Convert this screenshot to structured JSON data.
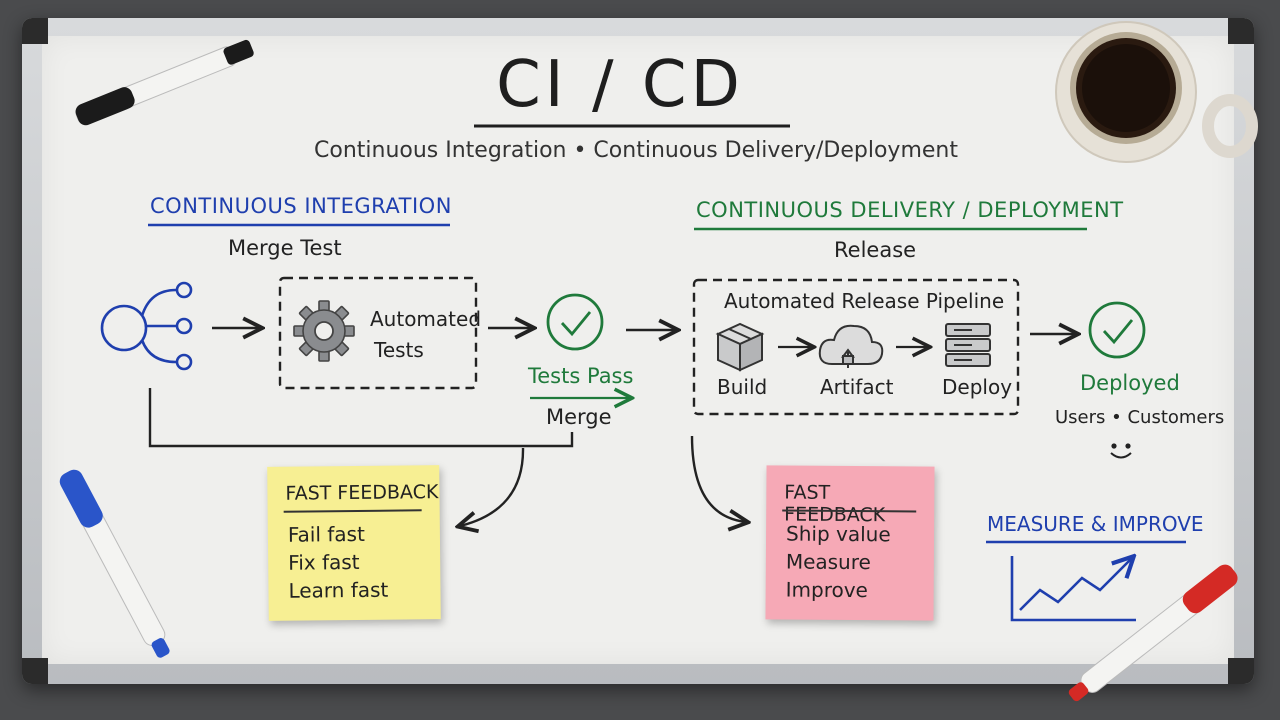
{
  "title": "CI / CD",
  "subtitle": "Continuous Integration • Continuous Delivery/Deployment",
  "ci": {
    "heading": "CONTINUOUS INTEGRATION",
    "sublabel": "Merge Test",
    "box_line1": "Automated",
    "box_line2": "Tests",
    "tests_pass": "Tests Pass",
    "merge": "Merge"
  },
  "cd": {
    "heading": "CONTINUOUS DELIVERY / DEPLOYMENT",
    "sublabel": "Release",
    "pipeline_title": "Automated Release Pipeline",
    "build": "Build",
    "artifact": "Artifact",
    "deploy": "Deploy",
    "deployed": "Deployed",
    "users": "Users • Customers"
  },
  "notes": {
    "yellow": {
      "heading": "FAST FEEDBACK",
      "lines": [
        "Fail fast",
        "Fix fast",
        "Learn fast"
      ]
    },
    "pink": {
      "heading": "FAST FEEDBACK",
      "lines": [
        "Ship value",
        "Measure",
        "Improve"
      ]
    }
  },
  "measure": {
    "heading": "MEASURE & IMPROVE"
  },
  "colors": {
    "ci_blue": "#1f3fae",
    "cd_green": "#1f7a3b",
    "yellow_note": "#f7ef93",
    "pink_note": "#f6a9b6",
    "board": "#efefed"
  },
  "icons": [
    "branch-icon",
    "gear-icon",
    "check-circle-icon",
    "box-icon",
    "cloud-icon",
    "server-icon",
    "smiley-icon",
    "trend-chart-icon",
    "marker-icon",
    "coffee-cup-icon"
  ]
}
